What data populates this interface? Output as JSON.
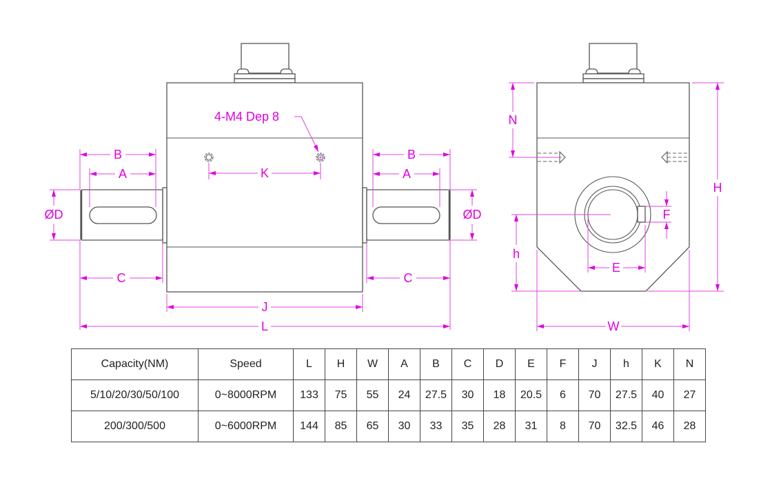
{
  "drawing": {
    "title": "Rotary torque sensor dimension drawing",
    "views": [
      "front-view",
      "side-view"
    ],
    "callout": "4-M4 Dep 8",
    "labels": {
      "B": "B",
      "A": "A",
      "K": "K",
      "D": "ØD",
      "C": "C",
      "J": "J",
      "L": "L",
      "N": "N",
      "H": "H",
      "F": "F",
      "h": "h",
      "E": "E",
      "W": "W"
    },
    "colors": {
      "dimension": "#e000e0",
      "outline": "#555555",
      "table_border": "#444444"
    }
  },
  "table": {
    "headers": [
      "Capacity(NM)",
      "Speed",
      "L",
      "H",
      "W",
      "A",
      "B",
      "C",
      "D",
      "E",
      "F",
      "J",
      "h",
      "K",
      "N"
    ],
    "rows": [
      [
        "5/10/20/30/50/100",
        "0~8000RPM",
        "133",
        "75",
        "55",
        "24",
        "27.5",
        "30",
        "18",
        "20.5",
        "6",
        "70",
        "27.5",
        "40",
        "27"
      ],
      [
        "200/300/500",
        "0~6000RPM",
        "144",
        "85",
        "65",
        "30",
        "33",
        "35",
        "28",
        "31",
        "8",
        "70",
        "32.5",
        "46",
        "28"
      ]
    ]
  }
}
